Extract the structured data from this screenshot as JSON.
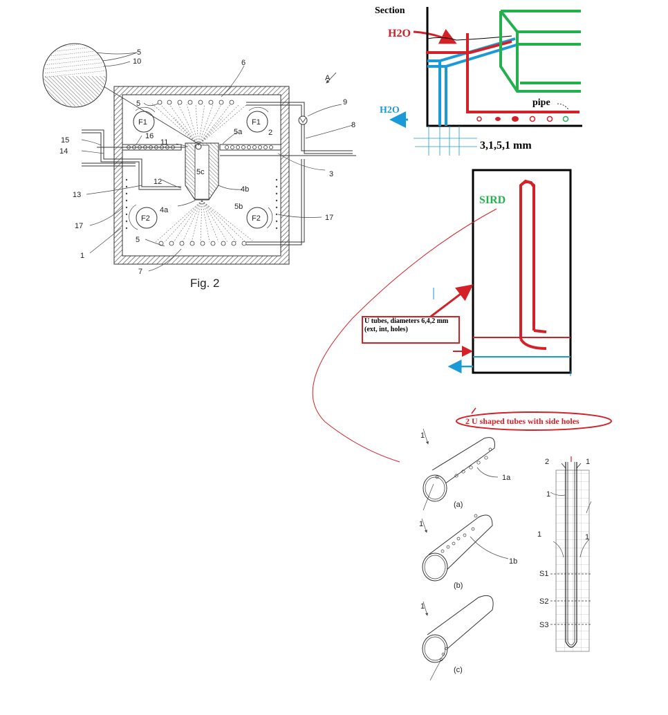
{
  "fig2": {
    "caption": "Fig. 2",
    "arrow_label": "A",
    "labels": {
      "n5": "5",
      "n10": "10",
      "n6": "6",
      "n5_left": "5",
      "n9": "9",
      "n8": "8",
      "n15": "15",
      "n16": "16",
      "n14": "14",
      "n11": "11",
      "n5a": "5a",
      "n2": "2",
      "n3": "3",
      "n5c": "5c",
      "n12": "12",
      "n4b": "4b",
      "n13": "13",
      "n4a": "4a",
      "n5b": "5b",
      "n17_left": "17",
      "n17_right": "17",
      "n1": "1",
      "n5_bottom": "5",
      "n7": "7"
    },
    "fans": {
      "f1_left": "F1",
      "f1_right": "F1",
      "f2_left": "F2",
      "f2_right": "F2"
    }
  },
  "section": {
    "title": "Section",
    "h2o_in": "H2O",
    "h2o_out": "H2O",
    "pipe_label": "pipe",
    "dimension": "3,1,5,1 mm"
  },
  "sird_panel": {
    "label": "SIRD",
    "callout": "U tubes, diameters 6,4,2 mm (ext, int, holes)"
  },
  "tubes": {
    "oval_label": "2 U shaped tubes with side holes",
    "variants": [
      {
        "ref": "1",
        "hole_ref": "1a",
        "caption": "(a)"
      },
      {
        "ref": "1",
        "hole_ref": "1b",
        "caption": "(b)"
      },
      {
        "ref": "1",
        "hole_ref": "",
        "caption": "(c)"
      }
    ],
    "u_tube": {
      "top_left": "2",
      "top_right": "1",
      "mid_ref": "1",
      "bend_left": "1",
      "bend_right": "1",
      "s1": "S1",
      "s2": "S2",
      "s3": "S3"
    }
  },
  "colors": {
    "red": "#d42027",
    "blue": "#1a9ad6",
    "green": "#22b14c",
    "black": "#000000"
  }
}
